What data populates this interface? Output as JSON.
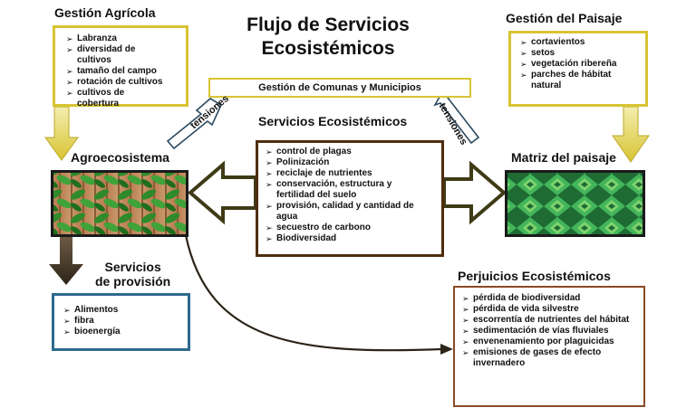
{
  "title_line1": "Flujo de Servicios",
  "title_line2": "Ecosistémicos",
  "gestion_agricola": {
    "heading": "Gestión Agrícola",
    "items": [
      "Labranza",
      "diversidad de cultivos",
      "tamaño del campo",
      "rotación de cultivos",
      "cultivos de cobertura"
    ]
  },
  "gestion_paisaje": {
    "heading": "Gestión del Paisaje",
    "items": [
      "cortavientos",
      "setos",
      "vegetación ribereña",
      "parches de hábitat natural"
    ]
  },
  "comunas": {
    "label": "Gestión de Comunas y Municipios"
  },
  "tension_left": "tensiones",
  "tension_right": "tensiones",
  "servicios": {
    "heading": "Servicios Ecosistémicos",
    "items": [
      "control de plagas",
      "Polinización",
      "reciclaje de nutrientes",
      "conservación, estructura y fertilidad del suelo",
      "provisión, calidad y cantidad de agua",
      "secuestro de carbono",
      "Biodiversidad"
    ]
  },
  "agroecosistema": {
    "label": "Agroecosistema"
  },
  "matriz": {
    "label": "Matriz del paisaje"
  },
  "provision": {
    "heading_line1": "Servicios",
    "heading_line2": "de provisión",
    "items": [
      "Alimentos",
      "fibra",
      "bioenergía"
    ]
  },
  "perjuicios": {
    "heading": "Perjuicios Ecosistémicos",
    "items": [
      "pérdida de biodiversidad",
      "pérdida de vida silvestre",
      "escorrentía de nutrientes del hábitat",
      "sedimentación de vías fluviales",
      "envenenamiento por plaguicidas",
      "emisiones de gases de efecto invernadero"
    ]
  },
  "colors": {
    "gold": "#d8c432",
    "services_border": "#4e2e0e",
    "provision_border": "#2d6a8e",
    "perjuicios_border": "#8a4a26",
    "dark_arrow": "#3f3b16",
    "brown_arrow": "#5a4630"
  }
}
